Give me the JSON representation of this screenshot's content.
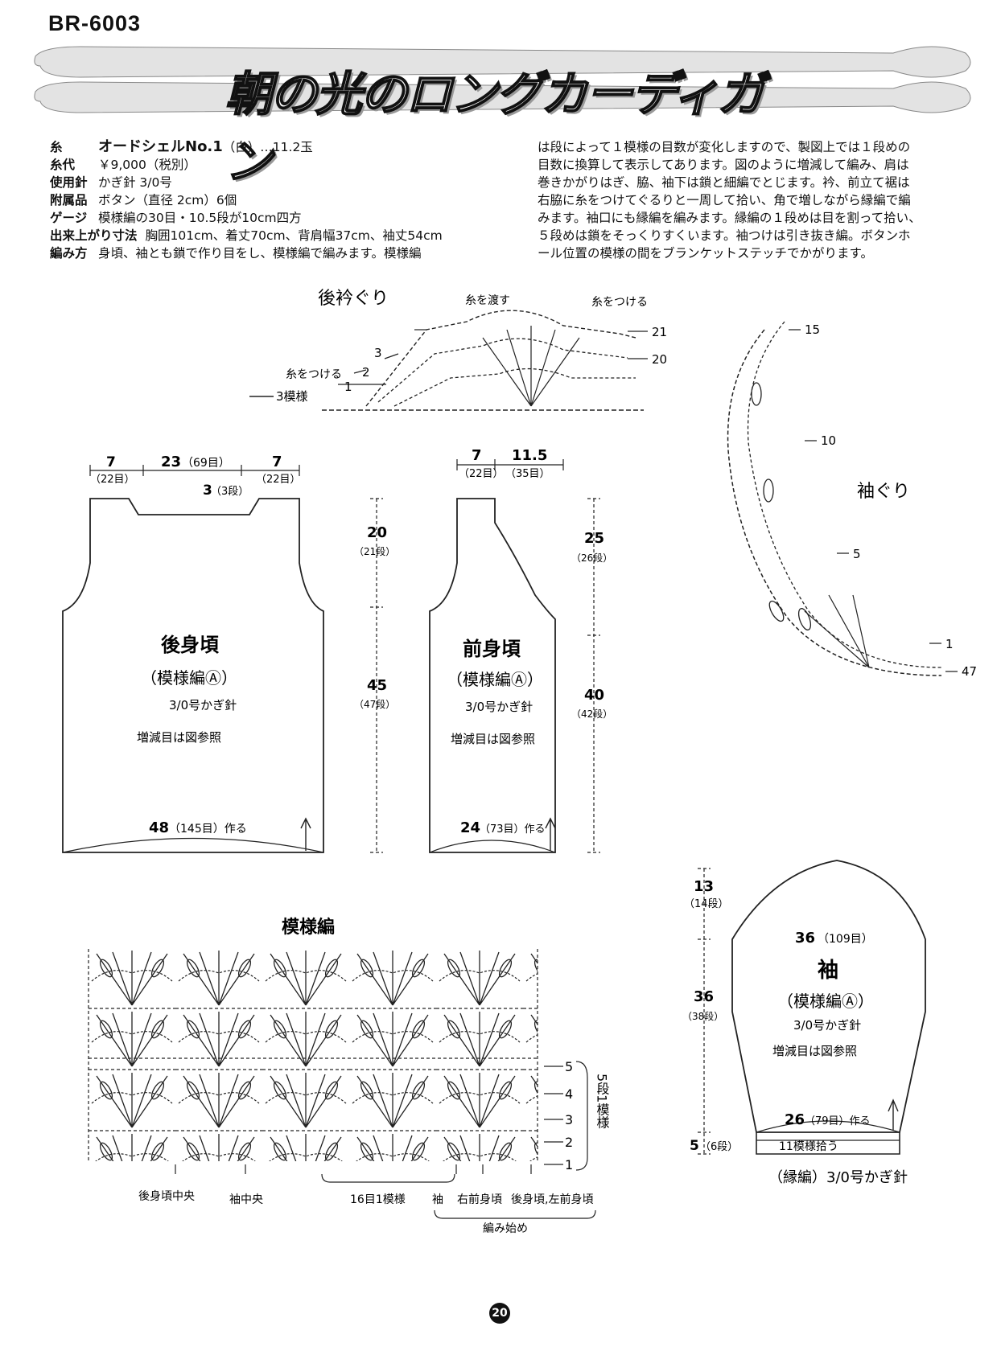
{
  "header": {
    "code": "BR-6003",
    "title": "朝の光のロングカーディガン"
  },
  "spec": [
    {
      "key": "糸",
      "value": "オードシェルNo.1",
      "extra": "（白）…11.2玉"
    },
    {
      "key": "糸代",
      "value": "￥9,000（税別）"
    },
    {
      "key": "使用針",
      "value": "かぎ針 3/0号"
    },
    {
      "key": "附属品",
      "value": "ボタン（直径 2cm）6個"
    },
    {
      "key": "ゲージ",
      "value": "模様編の30目・10.5段が10cm四方"
    },
    {
      "key": "出来上がり寸法",
      "value": "胸囲101cm、着丈70cm、背肩幅37cm、袖丈54cm"
    },
    {
      "key": "編み方",
      "value": "身頃、袖とも鎖で作り目をし、模様編で編みます。模様編"
    }
  ],
  "method_lines": [
    "は段によって１模様の目数が変化しますので、製図上では１段めの",
    "目数に換算して表示してあります。図のように増減して編み、肩は",
    "巻きかがりはぎ、脇、袖下は鎖と細編でとじます。衿、前立て裾は",
    "右脇に糸をつけてぐるりと一周して拾い、角で増しながら縁編で編",
    "みます。袖口にも縁編を編みます。縁編の１段めは目を割って拾い、",
    "５段めは鎖をそっくりすくいます。袖つけは引き抜き編。ボタンホ",
    "ール位置の模様の間をブランケットステッチでかがります。"
  ],
  "back_neck": {
    "title": "後衿ぐり",
    "pass_yarn": "糸を渡す",
    "attach_yarn_right": "糸をつける",
    "attach_yarn_left": "糸をつける",
    "pattern3": "3模様",
    "rows": [
      "1",
      "2",
      "3",
      "21",
      "20"
    ]
  },
  "armhole": {
    "title": "袖ぐり",
    "rows": [
      "15",
      "10",
      "5",
      "1",
      "47"
    ]
  },
  "back_body": {
    "name": "後身頃",
    "pattern": "（模様編Ⓐ）",
    "hook": "3/0号かぎ針",
    "note": "増減目は図参照",
    "shoulder": "7",
    "shoulder_st": "（22目）",
    "neck": "23",
    "neck_st": "（69目）",
    "neck_depth": "3",
    "neck_depth_rows": "（3段）",
    "upper": "20",
    "upper_rows": "（21段）",
    "lower": "45",
    "lower_rows": "（47段）",
    "width": "48",
    "width_st": "（145目）作る"
  },
  "front_body": {
    "name": "前身頃",
    "pattern": "（模様編Ⓐ）",
    "hook": "3/0号かぎ針",
    "note": "増減目は図参照",
    "shoulder": "7",
    "shoulder_st": "（22目）",
    "neck": "11.5",
    "neck_st": "（35目）",
    "upper": "25",
    "upper_rows": "（26段）",
    "lower": "40",
    "lower_rows": "（42段）",
    "width": "24",
    "width_st": "（73目）作る"
  },
  "pattern_chart": {
    "title": "模様編",
    "rows": [
      "5",
      "4",
      "3",
      "2",
      "1"
    ],
    "repeat_rows": "5段1模様",
    "labels": [
      "後身頃中央",
      "袖中央",
      "16目1模様",
      "袖",
      "右前身頃",
      "後身頃,左前身頃"
    ],
    "start": "編み始め"
  },
  "sleeve": {
    "name": "袖",
    "pattern": "（模様編Ⓐ）",
    "hook": "3/0号かぎ針",
    "note": "増減目は図参照",
    "cap": "13",
    "cap_rows": "（14段）",
    "width": "36",
    "width_st": "（109目）",
    "length": "36",
    "length_rows": "（38段）",
    "cuff_width": "26",
    "cuff_st": "（79目）作る",
    "edge": "5",
    "edge_rows": "（6段）",
    "pick": "11模様拾う",
    "edge_name": "（縁編）3/0号かぎ針"
  },
  "page_number": "20"
}
